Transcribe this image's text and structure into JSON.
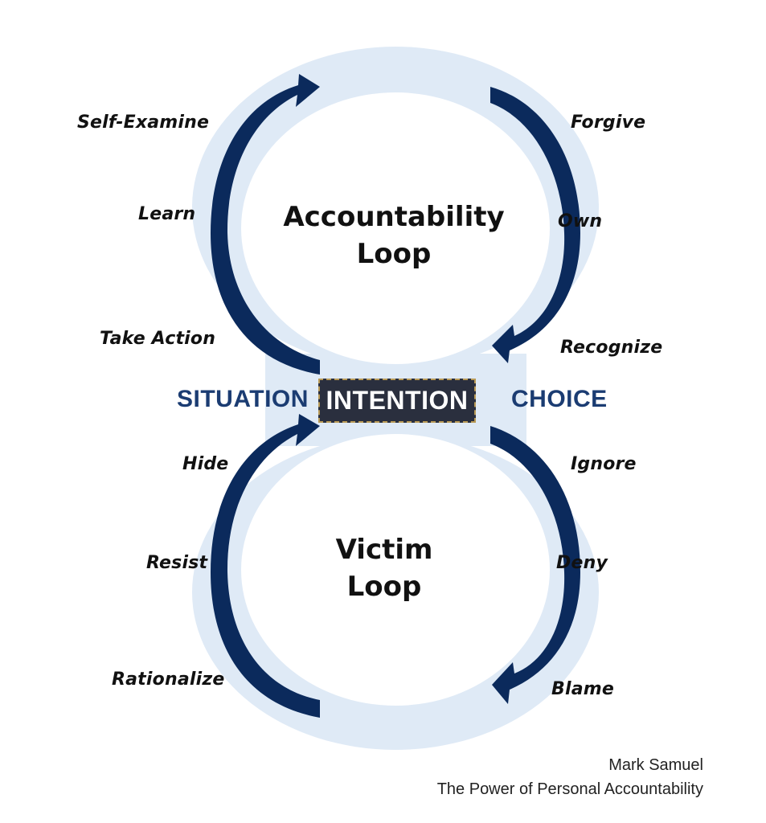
{
  "colors": {
    "ring": "#dfeaf6",
    "arrow": "#0b2a5c",
    "axis_text": "#1b3c72",
    "intention_bg": "#2a2f3e",
    "intention_border": "#b99a55"
  },
  "top_loop": {
    "title_line1": "Accountability",
    "title_line2": "Loop",
    "left_labels": [
      "Self-Examine",
      "Learn",
      "Take Action"
    ],
    "right_labels": [
      "Forgive",
      "Own",
      "Recognize"
    ]
  },
  "bottom_loop": {
    "title_line1": "Victim",
    "title_line2": "Loop",
    "left_labels": [
      "Hide",
      "Resist",
      "Rationalize"
    ],
    "right_labels": [
      "Ignore",
      "Deny",
      "Blame"
    ]
  },
  "center": {
    "left": "SITUATION",
    "middle": "INTENTION",
    "right": "CHOICE"
  },
  "credit": {
    "author": "Mark Samuel",
    "book": "The Power of Personal Accountability"
  }
}
